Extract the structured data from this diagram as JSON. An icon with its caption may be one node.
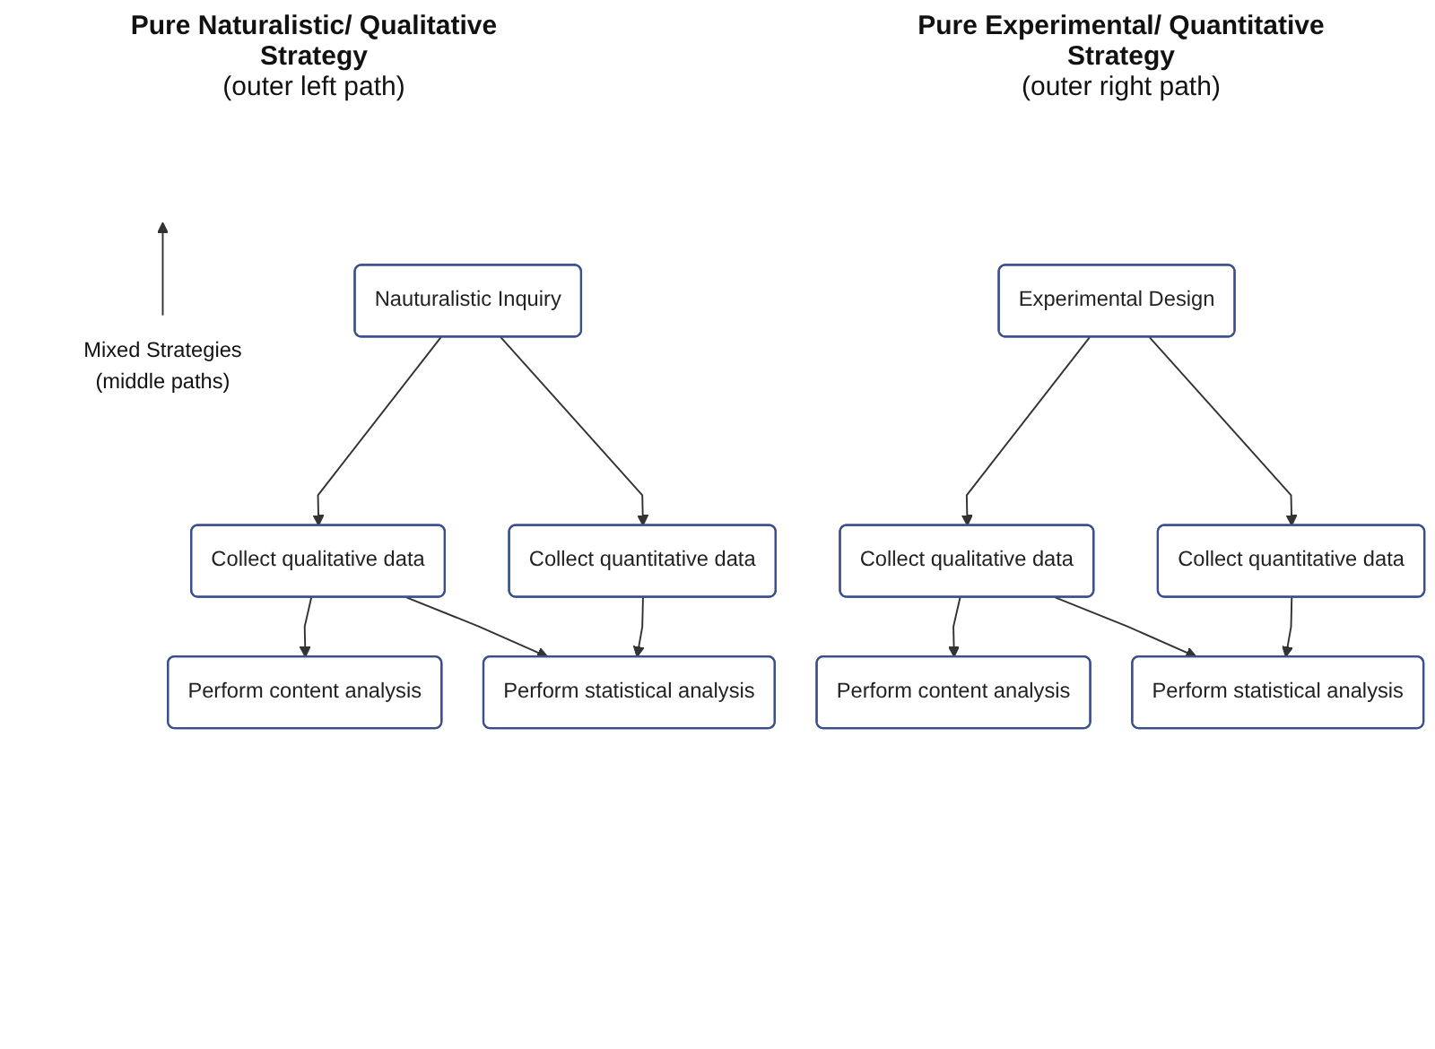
{
  "diagram": {
    "nodes": [
      {
        "text": [
          "Nauturalistic Inquiry"
        ]
      },
      {
        "text": [
          "Collect qualitative data"
        ]
      },
      {
        "text": [
          "Collect quantitative data"
        ]
      },
      {
        "text": [
          "Perform content analysis"
        ]
      },
      {
        "text": [
          "Perform statistical analysis"
        ]
      },
      {
        "text": [
          "Experimental Design"
        ]
      },
      {
        "text": [
          "Collect qualitative data"
        ]
      },
      {
        "text": [
          "Collect quantitative data"
        ]
      },
      {
        "text": [
          "Perform content analysis"
        ]
      },
      {
        "text": [
          "Perform statistical analysis"
        ]
      },
      {
        "text": [
          "Mixed Strategies",
          "(middle paths)"
        ]
      }
    ],
    "edges": [
      {
        "from": 0,
        "to": 1,
        "arrow": "to"
      },
      {
        "from": 0,
        "to": 2,
        "arrow": "to"
      },
      {
        "from": 1,
        "to": 3,
        "arrow": "to"
      },
      {
        "from": 1,
        "to": 4,
        "arrow": "to"
      },
      {
        "from": 2,
        "to": 4,
        "arrow": "to"
      },
      {
        "from": 5,
        "to": 6,
        "arrow": "to"
      },
      {
        "from": 5,
        "to": 7,
        "arrow": "to"
      },
      {
        "from": 6,
        "to": 8,
        "arrow": "to"
      },
      {
        "from": 6,
        "to": 9,
        "arrow": "to"
      },
      {
        "from": 7,
        "to": 9,
        "arrow": "to"
      },
      {
        "from": 10,
        "to": null,
        "arrow": "to"
      }
    ],
    "labels": [
      "Pure Naturalistic/ Qualitative Strategy",
      "(outer left path)",
      "Pure Experimental/ Quantitative Strategy",
      "(outer right path)"
    ]
  }
}
